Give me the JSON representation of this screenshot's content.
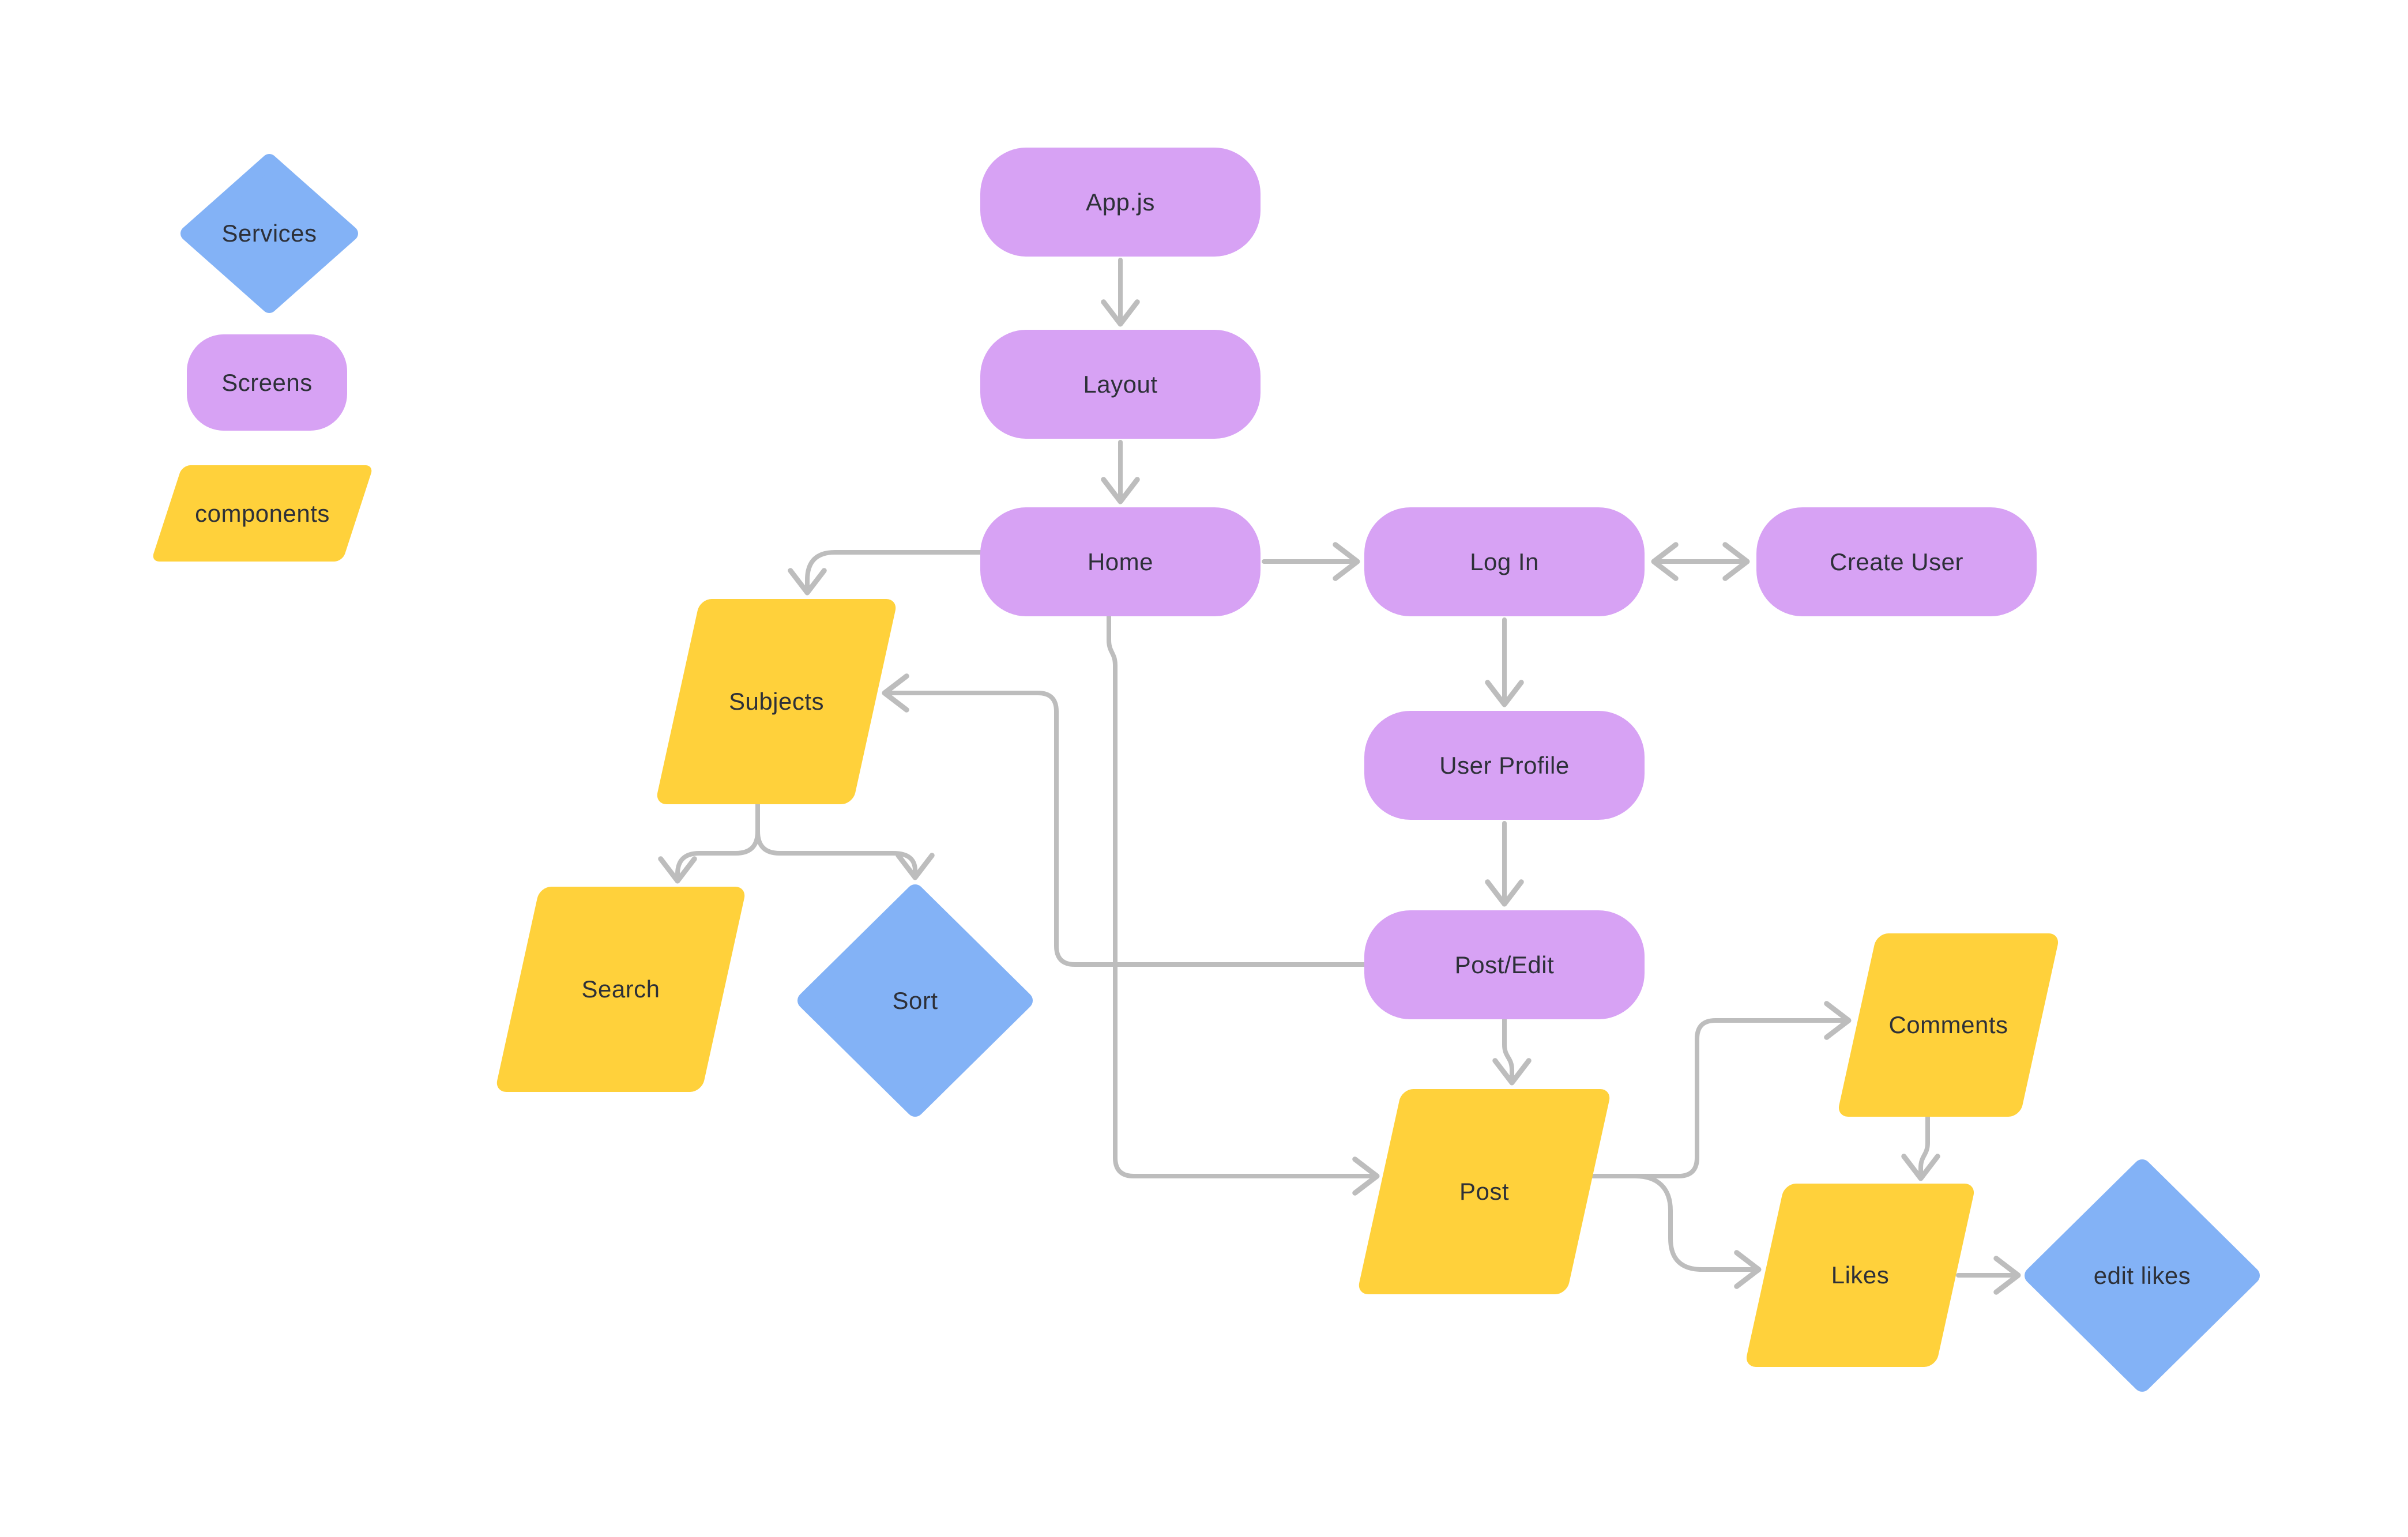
{
  "palette": {
    "screen_fill": "#D7A2F4",
    "component_fill": "#FFD13B",
    "service_fill": "#83B2F6",
    "connector_stroke": "#BDBDBD",
    "label_color": "#2D3038",
    "background": "#FFFFFF"
  },
  "legend": {
    "services": {
      "label": "Services",
      "shape": "diamond"
    },
    "screens": {
      "label": "Screens",
      "shape": "rounded-rectangle"
    },
    "components": {
      "label": "components",
      "shape": "parallelogram"
    }
  },
  "nodes": {
    "appjs": {
      "label": "App.js",
      "type": "screen"
    },
    "layout": {
      "label": "Layout",
      "type": "screen"
    },
    "home": {
      "label": "Home",
      "type": "screen"
    },
    "login": {
      "label": "Log In",
      "type": "screen"
    },
    "createuser": {
      "label": "Create User",
      "type": "screen"
    },
    "userprofile": {
      "label": "User Profile",
      "type": "screen"
    },
    "postedit": {
      "label": "Post/Edit",
      "type": "screen"
    },
    "subjects": {
      "label": "Subjects",
      "type": "component"
    },
    "search": {
      "label": "Search",
      "type": "component"
    },
    "sort": {
      "label": "Sort",
      "type": "service"
    },
    "post": {
      "label": "Post",
      "type": "component"
    },
    "comments": {
      "label": "Comments",
      "type": "component"
    },
    "likes": {
      "label": "Likes",
      "type": "component"
    },
    "editlikes": {
      "label": "edit likes",
      "type": "service"
    }
  },
  "edges": [
    {
      "from": "appjs",
      "to": "layout",
      "direction": "one-way"
    },
    {
      "from": "layout",
      "to": "home",
      "direction": "one-way"
    },
    {
      "from": "home",
      "to": "login",
      "direction": "one-way"
    },
    {
      "from": "login",
      "to": "createuser",
      "direction": "two-way"
    },
    {
      "from": "login",
      "to": "userprofile",
      "direction": "one-way"
    },
    {
      "from": "userprofile",
      "to": "postedit",
      "direction": "one-way"
    },
    {
      "from": "home",
      "to": "subjects",
      "direction": "one-way"
    },
    {
      "from": "postedit",
      "to": "subjects",
      "direction": "one-way"
    },
    {
      "from": "subjects",
      "to": "search",
      "direction": "one-way"
    },
    {
      "from": "subjects",
      "to": "sort",
      "direction": "one-way"
    },
    {
      "from": "home",
      "to": "post",
      "direction": "one-way"
    },
    {
      "from": "postedit",
      "to": "post",
      "direction": "one-way"
    },
    {
      "from": "post",
      "to": "comments",
      "direction": "one-way"
    },
    {
      "from": "post",
      "to": "likes",
      "direction": "one-way"
    },
    {
      "from": "comments",
      "to": "likes",
      "direction": "one-way"
    },
    {
      "from": "likes",
      "to": "editlikes",
      "direction": "one-way"
    }
  ]
}
